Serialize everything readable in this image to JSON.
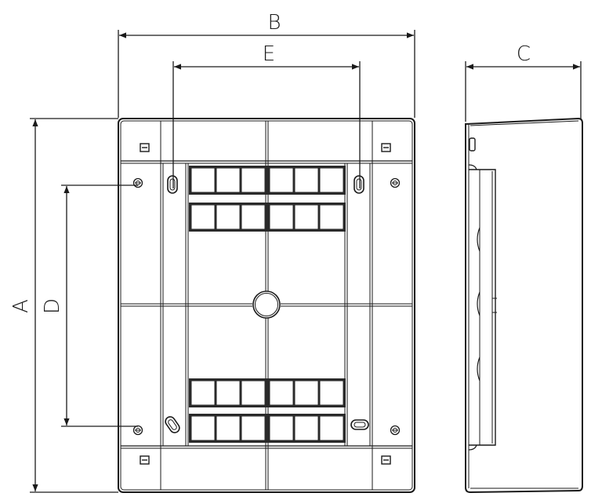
{
  "labels": {
    "a": "A",
    "b": "B",
    "c": "C",
    "d": "D",
    "e": "E"
  },
  "colors": {
    "line": "#1a1a1a",
    "fill": "#ffffff",
    "module": "#2a2a2a"
  }
}
